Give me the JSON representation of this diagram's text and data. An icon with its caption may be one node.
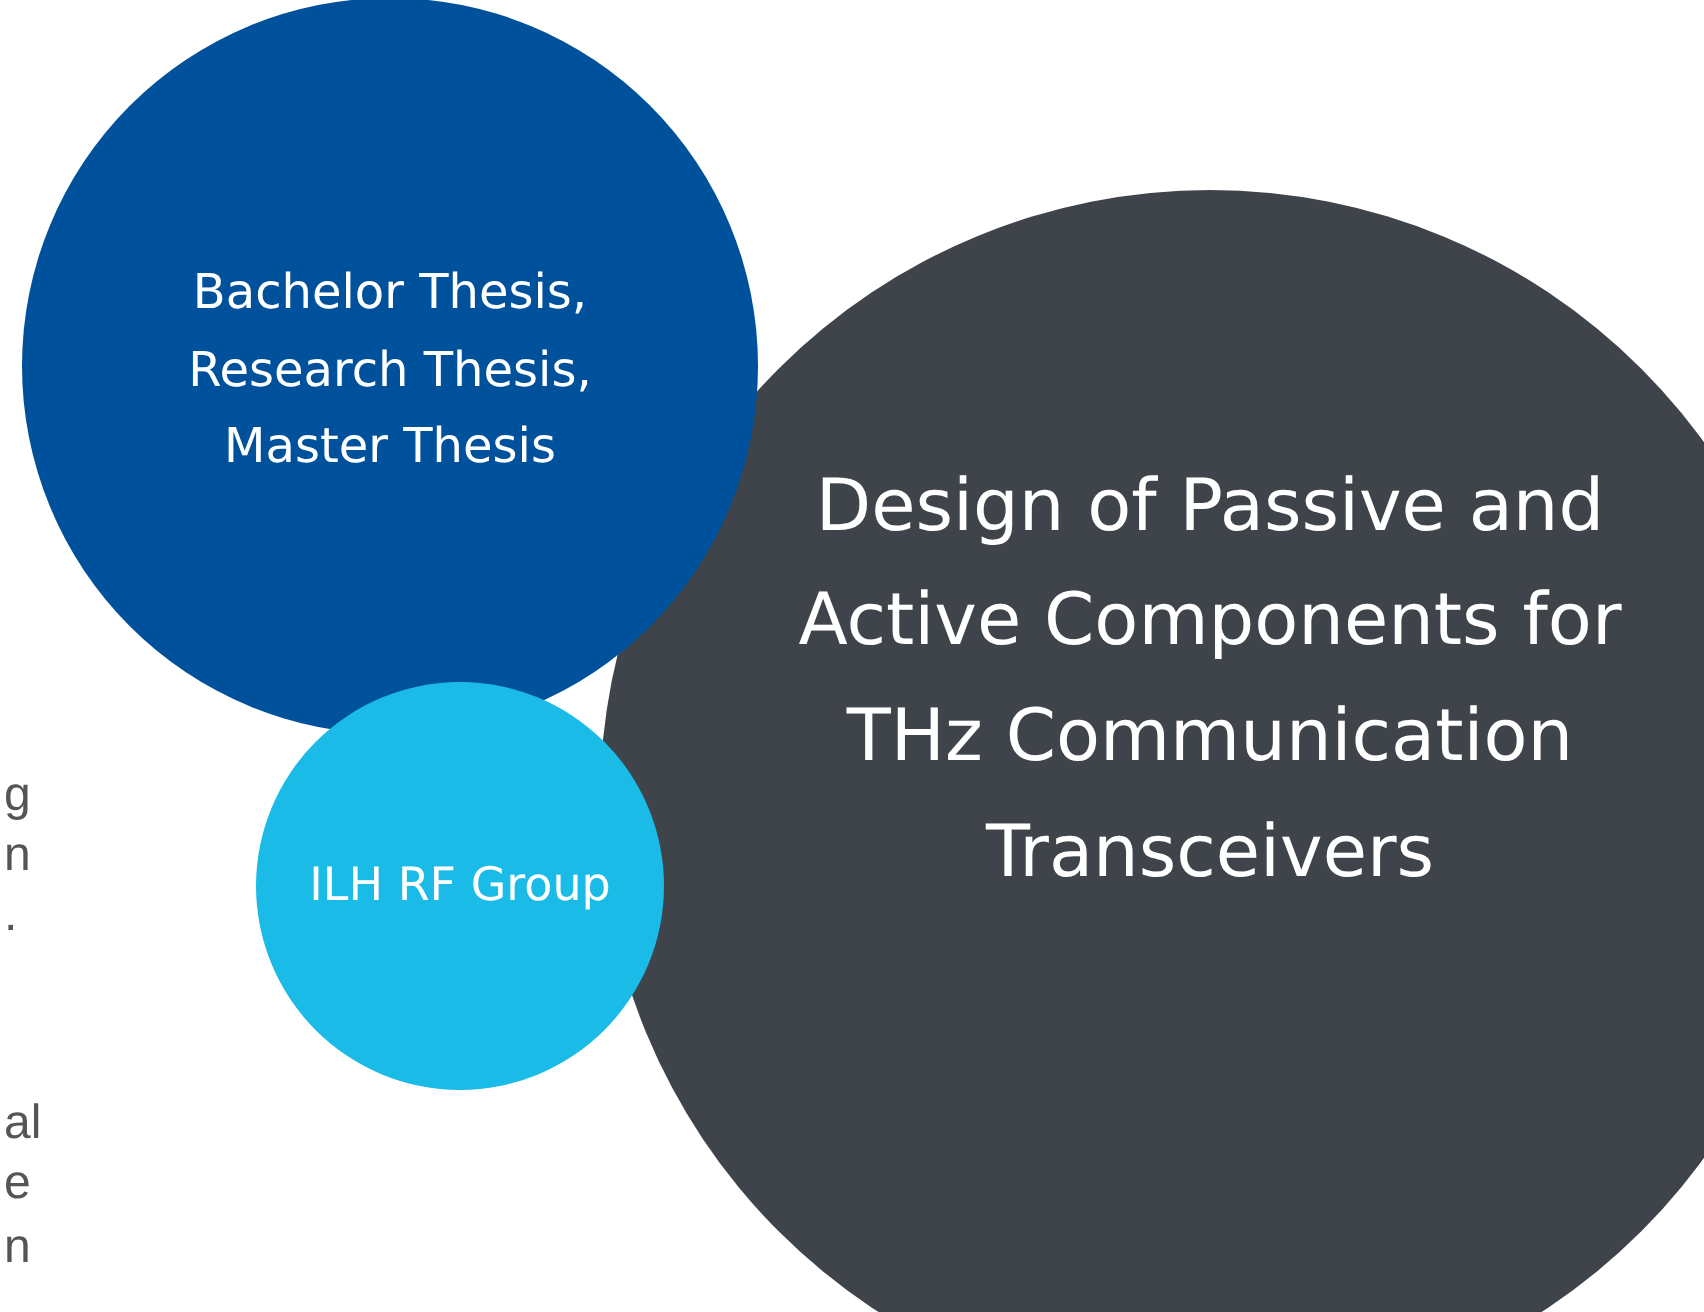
{
  "diagram": {
    "nodes": [
      {
        "text": [
          "Design of Passive and Active Components for THz Communication Transceivers"
        ]
      },
      {
        "text": [
          "Bachelor Thesis, Research Thesis, Master Thesis"
        ]
      },
      {
        "text": [
          "ILH RF Group"
        ]
      }
    ],
    "labels": [
      "g",
      "n",
      ".",
      "al",
      "e",
      "n"
    ]
  }
}
